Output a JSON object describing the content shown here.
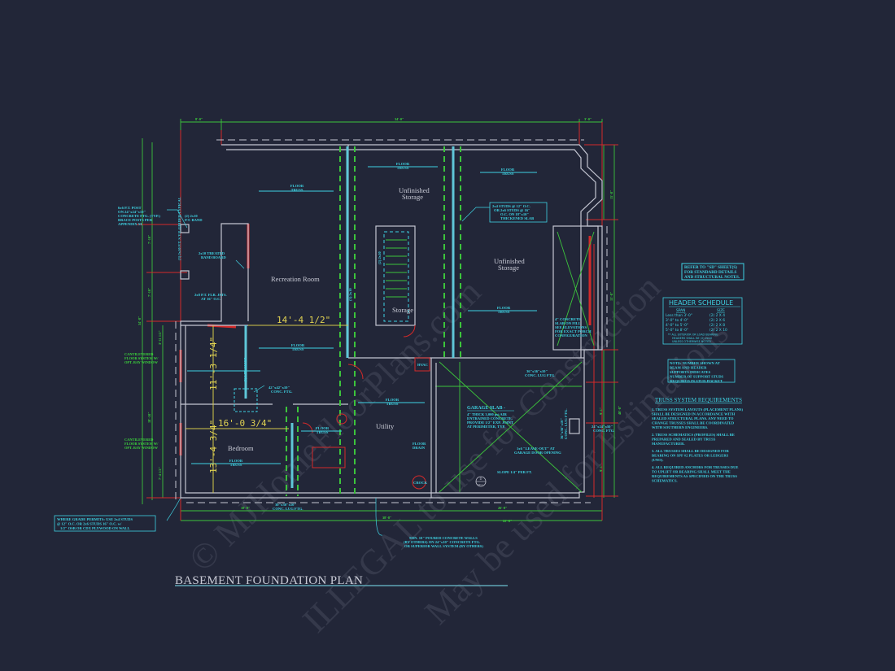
{
  "title": "BASEMENT FOUNDATION PLAN",
  "colors": {
    "background": "#222638",
    "walls": "#c4c6d2",
    "dimensions": "#3cc43c",
    "notes": "#3fd3e3",
    "highlight": "#d42a2a",
    "room_dims": "#e2d352"
  },
  "watermark": [
    "© MJHomeFloorPlans.com",
    "ILLEGAL to use for Construction",
    "May be used for Estimations"
  ],
  "rooms": {
    "recreation": "Recreation Room",
    "storage_left": [
      "Unfinished",
      "Storage"
    ],
    "storage_right": [
      "Unfinished",
      "Storage"
    ],
    "storage_small": "Storage",
    "utility": "Utility",
    "bedroom": "Bedroom"
  },
  "room_dims": {
    "rec_width": "14'-4 1/2\"",
    "upper_height": "11'-3 1/4\"",
    "bed_width": "16'-0 3/4\"",
    "bed_height": "13'-4 3/4\""
  },
  "floor_truss": [
    "FLOOR",
    "TRUSS"
  ],
  "outer_dims": {
    "top_left": "8'-0\"",
    "top_mid": "34'-0\"",
    "top_right": "3'-0\"",
    "bottom_left": "18'-8\"",
    "bottom_mid": "26'-8\"",
    "bottom_right": "22'-8\"",
    "bottom_overall": "38'-8\"",
    "left_a": "7'-10\"",
    "left_b": "7'-10\"",
    "left_overall": "34'-8\"",
    "left_c": "18'-10\"",
    "left_d": "7'-4 1/2\"",
    "left_e": "3'-11 1/2\"",
    "right_a": "15'-8\"",
    "right_b": "15'-8\"",
    "right_c": "9'-1\"",
    "right_d": "9'-1\"",
    "right_overall": "40'-8\""
  },
  "notes": {
    "post": [
      "6x6 P.T. POST",
      "ON 24\"x24\"x10\"",
      "CONCRETE FTG. (TYP.)",
      "BRACE POSTS PER",
      "APPENDIX M."
    ],
    "band": [
      "(2) 2x10",
      "P.T. BAND"
    ],
    "girder": "(3) 2x10 P.T. S.Y.P. GIRDER TYPICAL",
    "band_board": [
      "2x10 TREATED",
      "BAND BOARD"
    ],
    "joists": [
      "2x8 P.T. FLR. JSTS.",
      "AT 16\" O.C."
    ],
    "cantilever": [
      "CANTILEVERED",
      "FLOOR SYSTEM W/",
      "OPT. BAY WINDOW"
    ],
    "lvl": "(2) 1.75x14 LVL",
    "ftg_42": [
      "42\"x42\"x10\"",
      "CONC. FTG."
    ],
    "grade": [
      "WHERE GRADE PERMITS: USE 2x4 STUDS",
      "@ 12\" O.C. OR 2x6 STUDS 16\" O.C. w/",
      "1/2\" OSB OR CDX PLYWOOD ON WALL"
    ],
    "lug_bottom": [
      "30\"x30\"x10\"",
      "CONC. LUG FTG."
    ],
    "wall": [
      "MIN. 10\" POURED CONCRETE WALLS",
      "(BY OTHERS) ON 24\"x10\" CONCRETE FTG.",
      "OR SUPERIOR WALL SYSTEM (BY OTHERS)"
    ],
    "studs": [
      "2x4 STUDS @ 12\" O.C.",
      "OR 2x6 STUDS @ 16\"",
      "O.C. ON 18\"x10\"",
      "THICKENED SLAB"
    ],
    "stair_header": "(2) 2x10",
    "beam": "(3) 2x10",
    "hvac": "HVAC",
    "floor_drain": [
      "FLOOR",
      "DRAIN"
    ],
    "crock": "CROCK",
    "porch_slab": [
      "4\" CONCRETE",
      "SLAB ON FILL",
      "SEE ELEVATIONS",
      "FOR EXACT PORCH",
      "CONFIGURATION"
    ],
    "garage_title": "GARAGE SLAB -",
    "garage": [
      "4\" THICK 3,000 psi AIR",
      "ENTRAINED CONCRETE.",
      "PROVIDE 1/2\" EXP. JOINT",
      "AT PERIMETER, TYP."
    ],
    "lug_garage": [
      "36\"x36\"x10\"",
      "CONC. LUG FTG."
    ],
    "ftg_24": [
      "24\"x24\"x10\"",
      "CONC. FTG."
    ],
    "lug_side": [
      "36\"x36\"x10\"",
      "CONC. LUG FTG."
    ],
    "leave_out": [
      "1x6 \"LEAVE-OUT\" AT",
      "GARAGE DOOR OPENING"
    ],
    "slope": "SLOPE 1/4\" PER FT.",
    "section": [
      "D",
      "SD-1"
    ]
  },
  "refer": [
    "REFER TO \"SD\" SHEET(S)",
    "FOR STANDARD DETAILS",
    "AND STRUCTURAL NOTES."
  ],
  "header_schedule": {
    "title": "HEADER SCHEDULE",
    "col_span": "SPAN",
    "col_size": "SIZE",
    "rows": [
      {
        "span": "Less than 3'-0\"",
        "size": "(2) 2 X 4"
      },
      {
        "span": "3'-0\" to 4'-0\"",
        "size": "(2) 2 X 6"
      },
      {
        "span": "4'-0\" to 5'-0\"",
        "size": "(2) 2 X 8"
      },
      {
        "span": "5'-0\" to 8'-0\"",
        "size": "(2) 2 X 10"
      }
    ],
    "footnote": [
      "** ALL EXTERIOR OR LOAD BEARING",
      "HEADERS SHALL BE (2) 2x10",
      "UNLESS OTHERWISE NOTED"
    ]
  },
  "stud_note": [
    "NOTE: NUMBER SHOWN AT",
    "BEAM AND HEADER",
    "SUPPORTS INDICATES",
    "NUMBER OF SUPPORT STUDS",
    "REQUIRED IN STUD POCKET."
  ],
  "truss": {
    "title": "TRUSS SYSTEM REQUIREMENTS",
    "items": [
      [
        "1. TRUSS SYSTEM LAYOUTS (PLACEMENT PLANS)",
        "SHALL BE DESIGNED IN ACCORDANCE WITH",
        "SEALED STRUCTURAL PLANS. ANY NEED TO",
        "CHANGE TRUSSES SHALL BE COORDINATED",
        "WITH SOUTHERN ENGINEERS."
      ],
      [
        "2. TRUSS SCHEMATICS (PROFILES) SHALL BE",
        "PREPARED AND SEALED BY TRUSS",
        "MANUFACTURER."
      ],
      [
        "3. ALL TRUSSES SHALL BE DESIGNED FOR",
        "BEARING ON SPF #2 PLATES OR LEDGERS",
        "(UNO)."
      ],
      [
        "4. ALL REQUIRED ANCHORS FOR TRUSSES DUE",
        "TO UPLIFT OR BEARING SHALL MEET THE",
        "REQUIREMENTS AS SPECIFIED ON THE TRUSS",
        "SCHEMATICS."
      ]
    ]
  }
}
